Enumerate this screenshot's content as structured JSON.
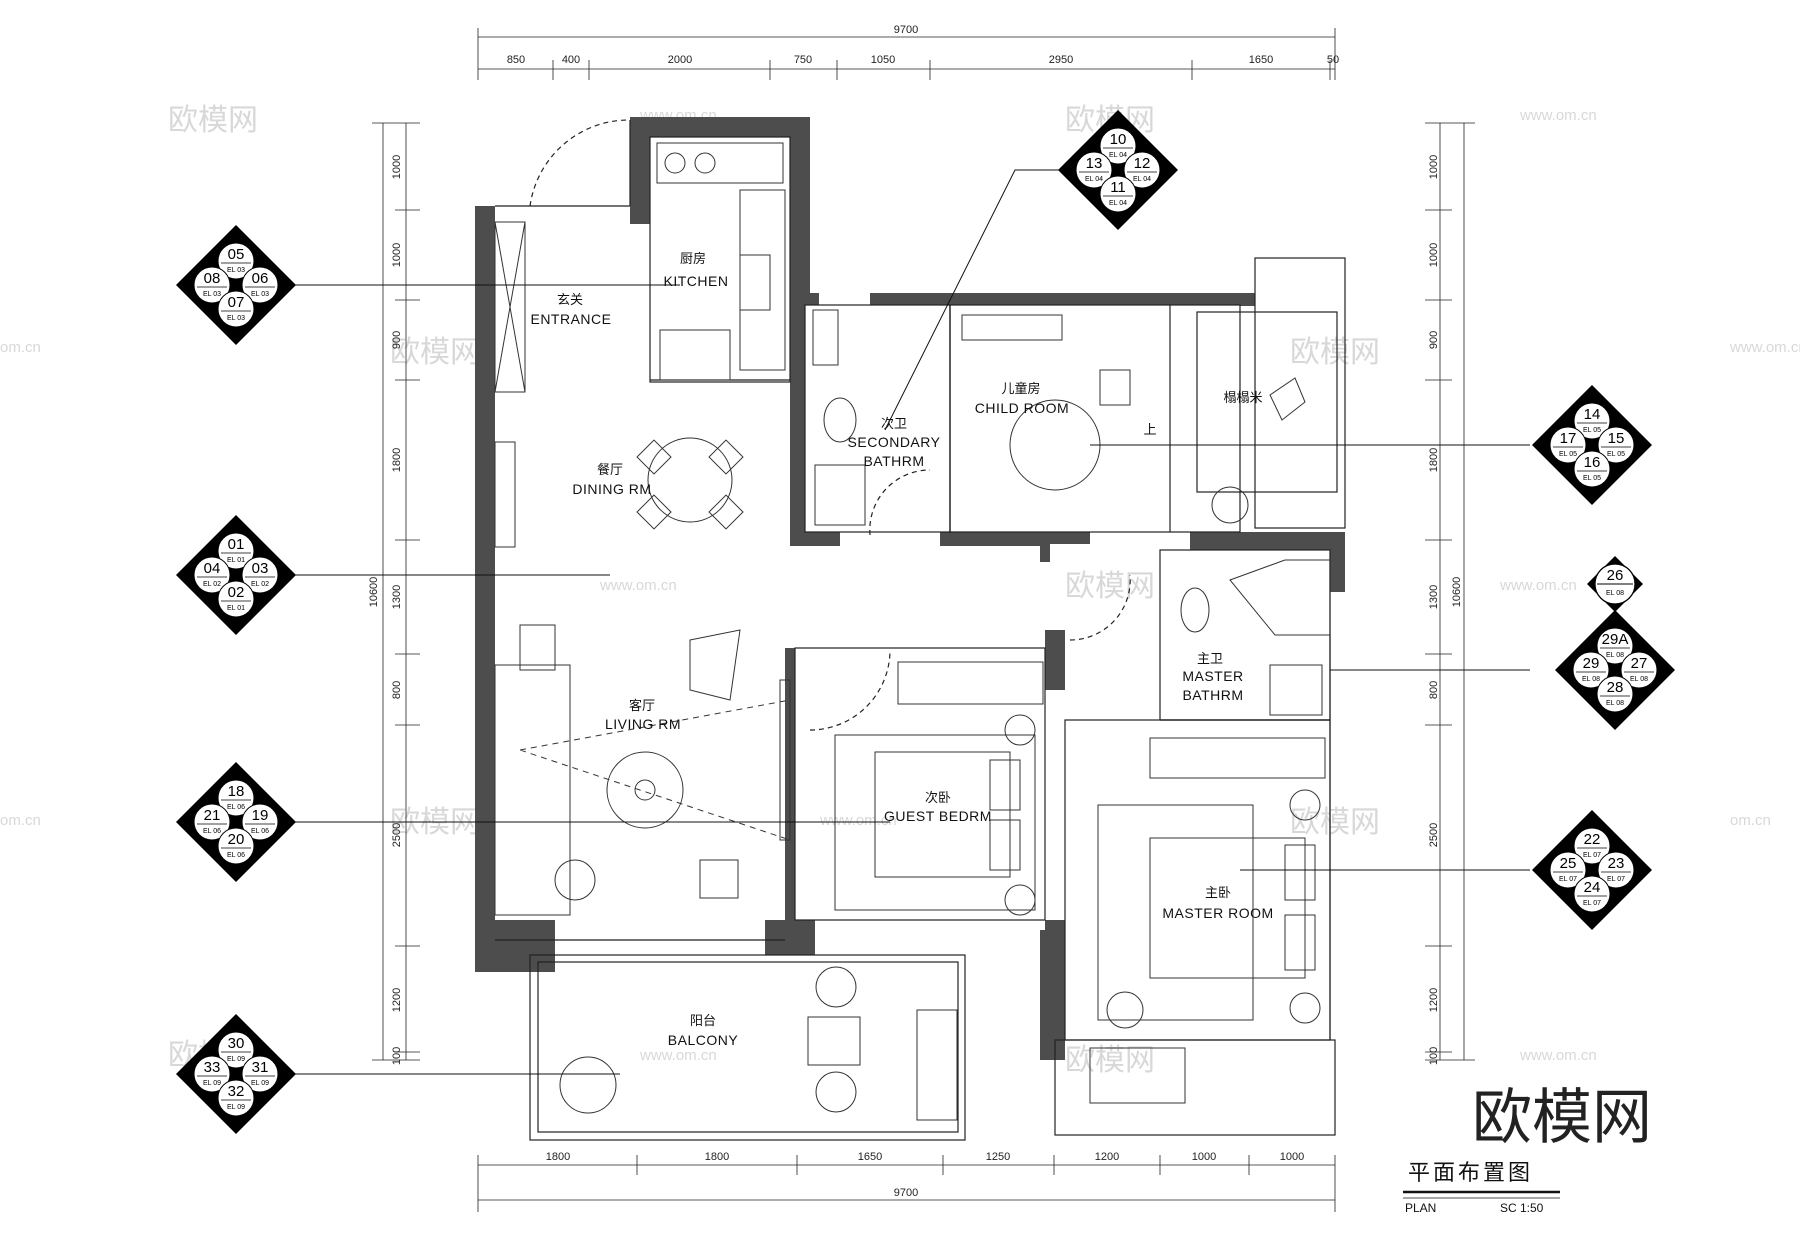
{
  "drawing": {
    "title_cn": "平面布置图",
    "title_en": "PLAN",
    "scale": "SC 1:50"
  },
  "dimensions": {
    "top_total": "9700",
    "top_segments": [
      "850",
      "400",
      "2000",
      "750",
      "1050",
      "2950",
      "1650",
      "50"
    ],
    "bottom_total": "9700",
    "bottom_segments": [
      "1800",
      "1800",
      "1650",
      "1250",
      "1200",
      "1000",
      "1000"
    ],
    "left_total": "10600",
    "left_segments": [
      "1000",
      "1000",
      "900",
      "1800",
      "1300",
      "800",
      "2500",
      "1200",
      "100"
    ],
    "right_total": "10600",
    "right_segments": [
      "1000",
      "1000",
      "900",
      "1800",
      "1300",
      "800",
      "2500",
      "1200",
      "100"
    ]
  },
  "rooms": [
    {
      "cn": "厨房",
      "en": "KITCHEN"
    },
    {
      "cn": "玄关",
      "en": "ENTRANCE"
    },
    {
      "cn": "次卫",
      "en": "SECONDARY",
      "en2": "BATHRM"
    },
    {
      "cn": "儿童房",
      "en": "CHILD ROOM"
    },
    {
      "cn": "榻榻米",
      "en": ""
    },
    {
      "cn": "餐厅",
      "en": "DINING RM"
    },
    {
      "cn": "主卫",
      "en": "MASTER",
      "en2": "BATHRM"
    },
    {
      "cn": "客厅",
      "en": "LIVING RM"
    },
    {
      "cn": "次卧",
      "en": "GUEST BEDRM"
    },
    {
      "cn": "主卧",
      "en": "MASTER ROOM"
    },
    {
      "cn": "阳台",
      "en": "BALCONY"
    }
  ],
  "elevation_tags": [
    {
      "top": "05",
      "left": "08",
      "right": "06",
      "bottom": "07",
      "sub": "EL 03"
    },
    {
      "top": "01",
      "left": "04",
      "right": "03",
      "bottom": "02",
      "sub_top": "EL 01",
      "sub_left": "EL 02",
      "sub_right": "EL 02",
      "sub_bottom": "EL 01"
    },
    {
      "top": "18",
      "left": "21",
      "right": "19",
      "bottom": "20",
      "sub": "EL 06"
    },
    {
      "top": "30",
      "left": "33",
      "right": "31",
      "bottom": "32",
      "sub": "EL 09"
    },
    {
      "top": "10",
      "left": "13",
      "right": "12",
      "bottom": "11",
      "sub": "EL 04"
    },
    {
      "top": "14",
      "left": "17",
      "right": "15",
      "bottom": "16",
      "sub": "EL 05"
    },
    {
      "top": "29A",
      "left": "29",
      "right": "27",
      "bottom": "28",
      "sub": "EL 08"
    },
    {
      "top": "22",
      "left": "25",
      "right": "23",
      "bottom": "24",
      "sub": "EL 07"
    }
  ],
  "single_tag": {
    "num": "26",
    "sub": "EL 08"
  },
  "annotation_up": "上",
  "watermark": {
    "logo": "欧模网",
    "url": "www.om.cn",
    "url_short": "om.cn"
  }
}
